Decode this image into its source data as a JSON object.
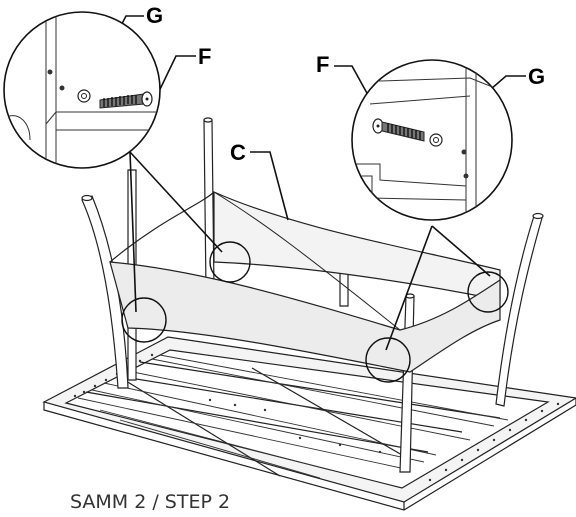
{
  "callouts": {
    "g_left": "G",
    "f_left": "F",
    "c_label": "C",
    "f_right": "F",
    "g_right": "G"
  },
  "caption": "SAMM 2 / STEP 2",
  "colors": {
    "line": "#222222",
    "sling_fill": "#efefef",
    "frame_fill": "#f4f4f4",
    "caption": "#333333"
  },
  "icons": [
    "bolt-icon",
    "washer-icon"
  ]
}
